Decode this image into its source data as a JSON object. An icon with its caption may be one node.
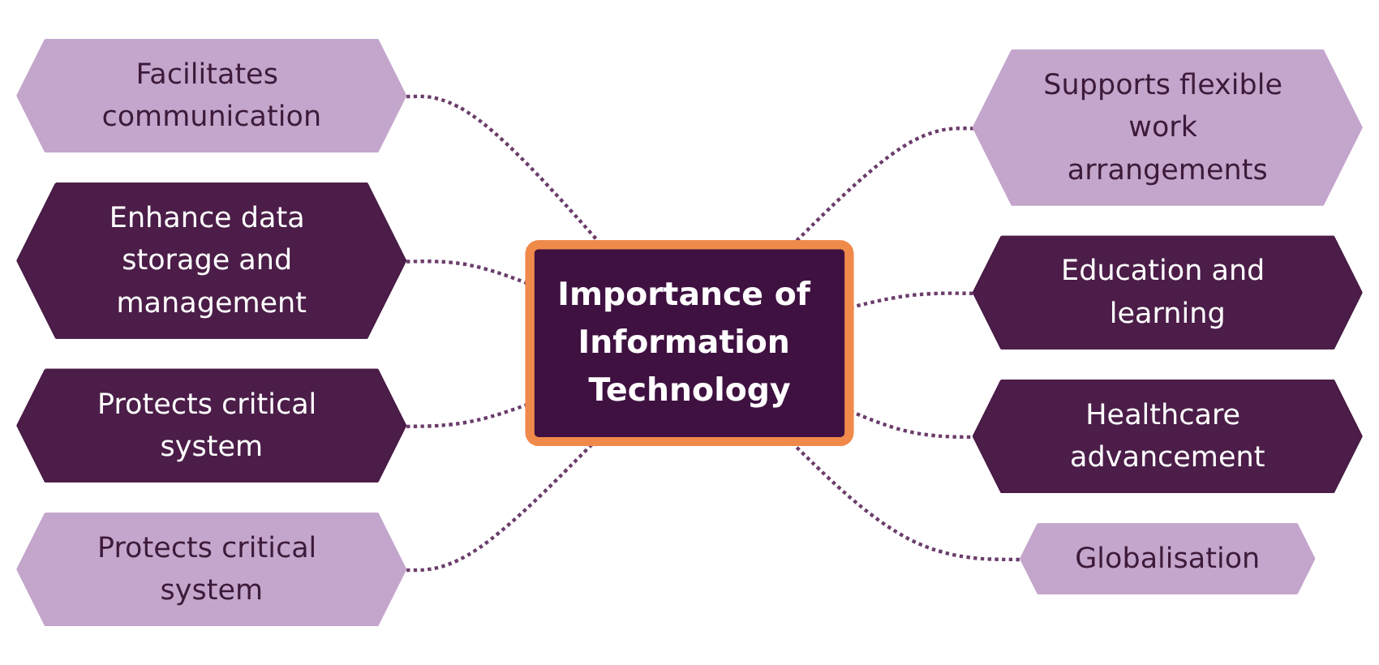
{
  "diagram": {
    "nodes": [
      {
        "text": [
          "Importance of Information Technology"
        ]
      },
      {
        "text": [
          "Facilitates communication"
        ]
      },
      {
        "text": [
          "Supports flexible work arrangements"
        ]
      },
      {
        "text": [
          "Enhance data storage and management"
        ]
      },
      {
        "text": [
          "Education and learning"
        ]
      },
      {
        "text": [
          "Protects critical system"
        ]
      },
      {
        "text": [
          "Healthcare advancement"
        ]
      },
      {
        "text": [
          "Protects critical system"
        ]
      },
      {
        "text": [
          "Globalisation"
        ]
      }
    ],
    "edges": [
      {
        "from": 1,
        "to": 0,
        "arrow": "none",
        "style": "dashed"
      },
      {
        "from": 0,
        "to": 2,
        "arrow": "none",
        "style": "dashed"
      },
      {
        "from": 3,
        "to": 0,
        "arrow": "none",
        "style": "dashed"
      },
      {
        "from": 0,
        "to": 4,
        "arrow": "none",
        "style": "dashed"
      },
      {
        "from": 5,
        "to": 0,
        "arrow": "none",
        "style": "dashed"
      },
      {
        "from": 0,
        "to": 6,
        "arrow": "none",
        "style": "dashed"
      },
      {
        "from": 7,
        "to": 0,
        "arrow": "none",
        "style": "dashed"
      },
      {
        "from": 0,
        "to": 8,
        "arrow": "none",
        "style": "dashed"
      }
    ]
  }
}
